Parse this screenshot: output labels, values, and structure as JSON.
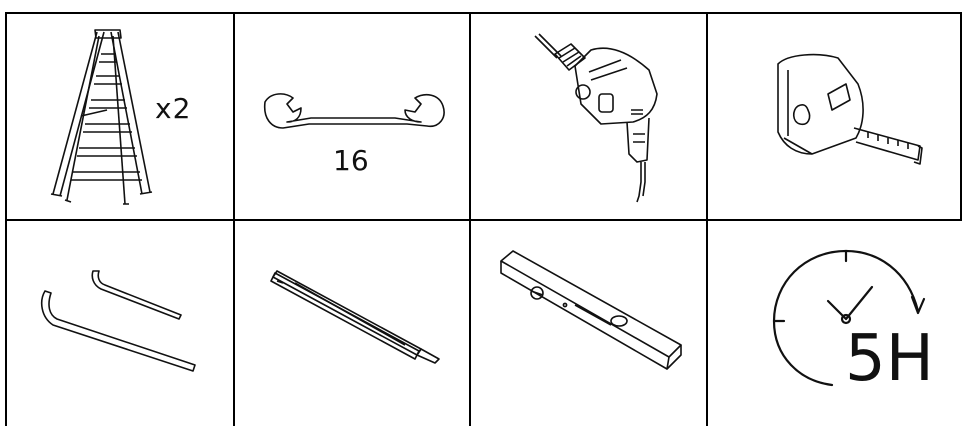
{
  "tools": [
    {
      "icon": "step-ladder-icon",
      "label": "x2"
    },
    {
      "icon": "open-end-wrench-icon",
      "label": "16"
    },
    {
      "icon": "power-drill-icon",
      "label": ""
    },
    {
      "icon": "tape-measure-icon",
      "label": ""
    },
    {
      "icon": "allen-keys-icon",
      "label": ""
    },
    {
      "icon": "pencil-icon",
      "label": ""
    },
    {
      "icon": "spirit-level-icon",
      "label": ""
    },
    {
      "icon": "clock-icon",
      "label": "5H"
    }
  ]
}
